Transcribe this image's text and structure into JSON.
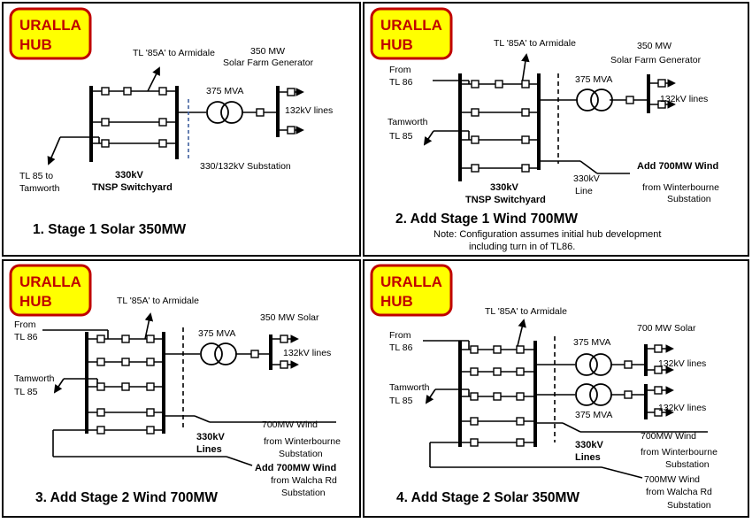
{
  "colors": {
    "hub_fill": "#ffff00",
    "hub_border": "#c00000",
    "hub_text": "#c00000",
    "line": "#000000"
  },
  "panel1": {
    "hub": [
      "URALLA",
      "HUB"
    ],
    "tl85a": "TL '85A' to Armidale",
    "solar_a": "350 MW",
    "solar_b": "Solar Farm Generator",
    "mva": "375 MVA",
    "kv_lines": "132kV lines",
    "substation": "330/132kV Substation",
    "tl85_a": "TL 85 to",
    "tl85_b": "Tamworth",
    "yard_a": "330kV",
    "yard_b": "TNSP Switchyard",
    "stage": "1.   Stage 1 Solar 350MW"
  },
  "panel2": {
    "hub": [
      "URALLA",
      "HUB"
    ],
    "tl85a": "TL '85A' to Armidale",
    "solar_a": "350 MW",
    "solar_b": "Solar Farm Generator",
    "from_a": "From",
    "from_b": "TL 86",
    "mva": "375 MVA",
    "kv_lines": "132kV lines",
    "tam_a": "Tamworth",
    "tam_b": "TL 85",
    "wind": "Add 700MW Wind",
    "line_a": "330kV",
    "line_b": "Line",
    "from_wind_a": "from  Winterbourne",
    "from_wind_b": "Substation",
    "yard_a": "330kV",
    "yard_b": "TNSP Switchyard",
    "stage": "2.    Add  Stage 1 Wind 700MW",
    "note_a": "Note: Configuration assumes initial hub development",
    "note_b": "including turn in of TL86."
  },
  "panel3": {
    "hub": [
      "URALLA",
      "HUB"
    ],
    "tl85a": "TL '85A' to Armidale",
    "from_a": "From",
    "from_b": "TL 86",
    "mva": "375 MVA",
    "solar": "350  MW Solar",
    "kv_lines": "132kV lines",
    "tam_a": "Tamworth",
    "tam_b": "TL 85",
    "wind1_a": "700MW Wind",
    "wind1_b": "from Winterbourne",
    "wind1_c": "Substation",
    "lines_a": "330kV",
    "lines_b": "Lines",
    "wind2_a": "Add 700MW Wind",
    "wind2_b": "from Walcha Rd",
    "wind2_c": "Substation",
    "stage": "3.    Add Stage 2 Wind  700MW"
  },
  "panel4": {
    "hub": [
      "URALLA",
      "HUB"
    ],
    "tl85a": "TL '85A' to Armidale",
    "from_a": "From",
    "from_b": "TL 86",
    "mva1": "375 MVA",
    "solar": "700 MW Solar",
    "kv_lines1": "132kV lines",
    "tam_a": "Tamworth",
    "tam_b": "TL 85",
    "mva2": "375 MVA",
    "kv_lines2": "132kV lines",
    "wind1_a": "700MW Wind",
    "wind1_b": "from Winterbourne",
    "wind1_c": "Substation",
    "lines_a": "330kV",
    "lines_b": "Lines",
    "wind2_a": "700MW Wind",
    "wind2_b": "from Walcha Rd",
    "wind2_c": "Substation",
    "stage": "4.   Add  Stage 2 Solar 350MW"
  }
}
